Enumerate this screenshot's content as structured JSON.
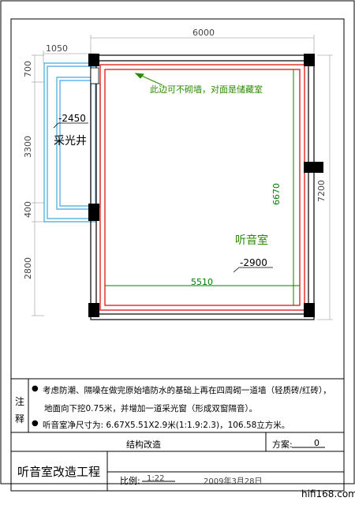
{
  "drawing": {
    "dimensions": {
      "top_width": "6000",
      "light_well_width": "1050",
      "right_height": "7200",
      "left_seg_1": "700",
      "left_seg_2": "3300",
      "left_seg_3": "400",
      "left_seg_4": "2800",
      "inner_height": "6670",
      "inner_width": "5510"
    },
    "labels": {
      "light_well_level": "-2450",
      "light_well_name": "采光井",
      "wall_note": "此边可不砌墙，对面是储藏室",
      "room_name": "听音室",
      "room_level": "-2900"
    },
    "colors": {
      "outer_wall": "#000000",
      "inner_wall": "#e00000",
      "light_well": "#40a8e0",
      "dimension": "#008000",
      "note_text": "#2a8a00"
    }
  },
  "notes": {
    "side_label": "注释",
    "bullet": "●",
    "line1": "考虑防潮、隔噪在做完原始墙防水的基础上再在四周砌一道墙（轻质砖/红砖），",
    "line2": "地面向下挖0.75米，并增加一道采光窗（形成双窗隔音）。",
    "line3": "听音室净尺寸为: 6.67X5.51X2.9米(1:1.9:2.3)，106.58立方米。"
  },
  "title_block": {
    "subject": "结构改造",
    "scheme_label": "方案:",
    "scheme_value": "0",
    "project_name": "听音室改造工程",
    "scale_label": "比例:",
    "scale_value": "1:22",
    "date": "2009年3月28日"
  },
  "watermark": "hifi168.com"
}
